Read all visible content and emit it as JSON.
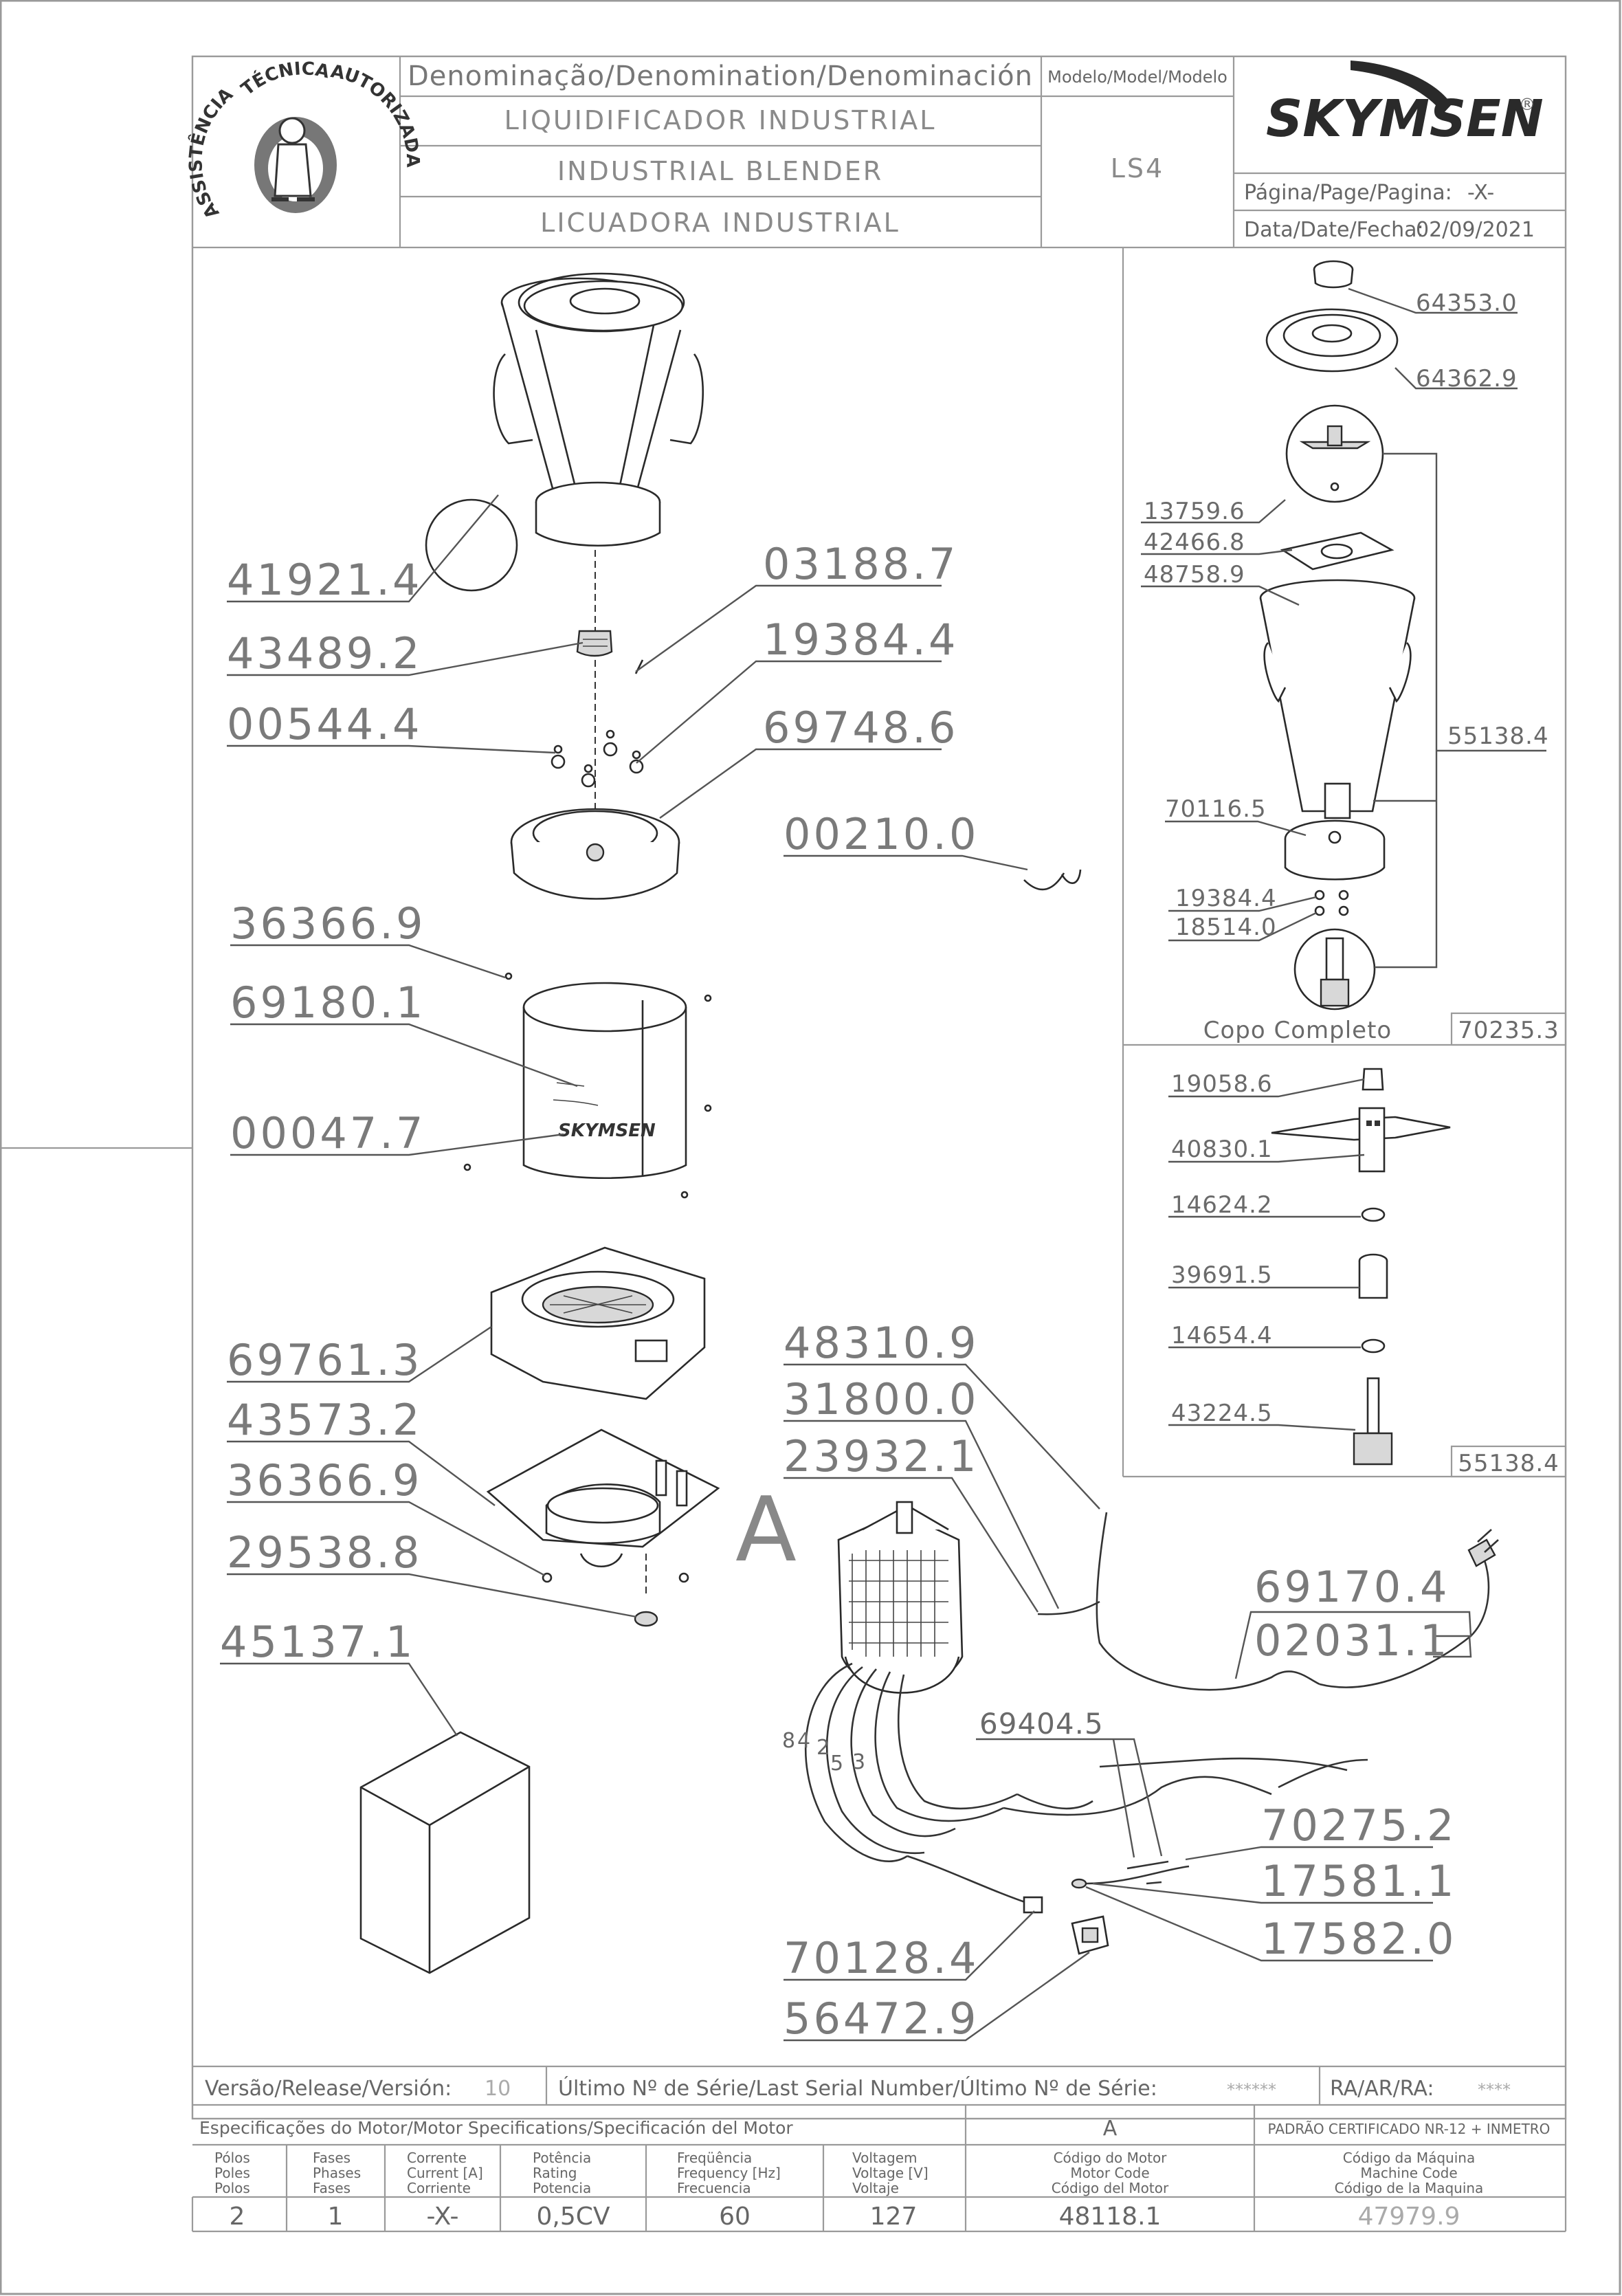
{
  "header": {
    "denomination_label": "Denominação/Denomination/Denominación",
    "model_label": "Modelo/Model/Modelo",
    "name_pt": "LIQUIDIFICADOR INDUSTRIAL",
    "name_en": "INDUSTRIAL BLENDER",
    "name_es": "LICUADORA INDUSTRIAL",
    "model_value": "LS4",
    "brand": "SKYMSEN",
    "brand_mark": "®",
    "page_label": "Página/Page/Pagina:",
    "page_value": "-X-",
    "date_label": "Data/Date/Fecha:",
    "date_value": "02/09/2021",
    "stamp_text_left": "ASSISTÊNCIA",
    "stamp_text_top": "TÉCNICA",
    "stamp_text_right": "AUTORIZADA"
  },
  "parts_main": [
    {
      "id": "p-41921-4",
      "code": "41921.4"
    },
    {
      "id": "p-43489-2",
      "code": "43489.2"
    },
    {
      "id": "p-00544-4",
      "code": "00544.4"
    },
    {
      "id": "p-03188-7",
      "code": "03188.7"
    },
    {
      "id": "p-19384-4",
      "code": "19384.4"
    },
    {
      "id": "p-69748-6",
      "code": "69748.6"
    },
    {
      "id": "p-00210-0",
      "code": "00210.0"
    },
    {
      "id": "p-36366-9a",
      "code": "36366.9"
    },
    {
      "id": "p-69180-1",
      "code": "69180.1"
    },
    {
      "id": "p-00047-7",
      "code": "00047.7"
    },
    {
      "id": "p-69761-3",
      "code": "69761.3"
    },
    {
      "id": "p-43573-2",
      "code": "43573.2"
    },
    {
      "id": "p-36366-9b",
      "code": "36366.9"
    },
    {
      "id": "p-29538-8",
      "code": "29538.8"
    },
    {
      "id": "p-45137-1",
      "code": "45137.1"
    },
    {
      "id": "p-48310-9",
      "code": "48310.9"
    },
    {
      "id": "p-31800-0",
      "code": "31800.0"
    },
    {
      "id": "p-23932-1",
      "code": "23932.1"
    },
    {
      "id": "p-69170-4",
      "code": "69170.4"
    },
    {
      "id": "p-02031-1",
      "code": "02031.1"
    },
    {
      "id": "p-69404-5",
      "code": "69404.5"
    },
    {
      "id": "p-70275-2",
      "code": "70275.2"
    },
    {
      "id": "p-17581-1",
      "code": "17581.1"
    },
    {
      "id": "p-17582-0",
      "code": "17582.0"
    },
    {
      "id": "p-70128-4",
      "code": "70128.4"
    },
    {
      "id": "p-56472-9",
      "code": "56472.9"
    }
  ],
  "motor_label": "A",
  "wire_numbers": [
    "8",
    "4",
    "2",
    "5",
    "3"
  ],
  "cup_panel": {
    "parts": [
      {
        "id": "c-64353-0",
        "code": "64353.0"
      },
      {
        "id": "c-64362-9",
        "code": "64362.9"
      },
      {
        "id": "c-13759-6",
        "code": "13759.6"
      },
      {
        "id": "c-42466-8",
        "code": "42466.8"
      },
      {
        "id": "c-48758-9",
        "code": "48758.9"
      },
      {
        "id": "c-55138-4",
        "code": "55138.4"
      },
      {
        "id": "c-70116-5",
        "code": "70116.5"
      },
      {
        "id": "c-19384-4",
        "code": "19384.4"
      },
      {
        "id": "c-18514-0",
        "code": "18514.0"
      }
    ],
    "title": "Copo Completo",
    "code": "70235.3"
  },
  "blade_panel": {
    "parts": [
      {
        "id": "b-19058-6",
        "code": "19058.6"
      },
      {
        "id": "b-40830-1",
        "code": "40830.1"
      },
      {
        "id": "b-14624-2",
        "code": "14624.2"
      },
      {
        "id": "b-39691-5",
        "code": "39691.5"
      },
      {
        "id": "b-14654-4",
        "code": "14654.4"
      },
      {
        "id": "b-43224-5",
        "code": "43224.5"
      }
    ],
    "code": "55138.4"
  },
  "footer": {
    "version_label": "Versão/Release/Versión:",
    "version_value": "10",
    "serial_label": "Último Nº de Série/Last Serial Number/Último Nº de Série:",
    "serial_value": "******",
    "ra_label": "RA/AR/RA:",
    "ra_value": "****",
    "motor_spec_label": "Especificações do Motor/Motor Specifications/Specificación del Motor",
    "motor_col": "A",
    "cert": "PADRÃO CERTIFICADO NR-12 + INMETRO",
    "columns": [
      {
        "lines": [
          "Pólos",
          "Poles",
          "Polos"
        ],
        "value": "2"
      },
      {
        "lines": [
          "Fases",
          "Phases",
          "Fases"
        ],
        "value": "1"
      },
      {
        "lines": [
          "Corrente",
          "Current [A]",
          "Corriente"
        ],
        "value": "-X-"
      },
      {
        "lines": [
          "Potência",
          "Rating",
          "Potencia"
        ],
        "value": "0,5CV"
      },
      {
        "lines": [
          "Freqüência",
          "Frequency [Hz]",
          "Frecuencia"
        ],
        "value": "60"
      },
      {
        "lines": [
          "Voltagem",
          "Voltage [V]",
          "Voltaje"
        ],
        "value": "127"
      },
      {
        "lines": [
          "Código do Motor",
          "Motor Code",
          "Código del Motor"
        ],
        "value": "48118.1"
      },
      {
        "lines": [
          "Código da Máquina",
          "Machine Code",
          "Código de la Maquina"
        ],
        "value": "47979.9"
      }
    ]
  }
}
